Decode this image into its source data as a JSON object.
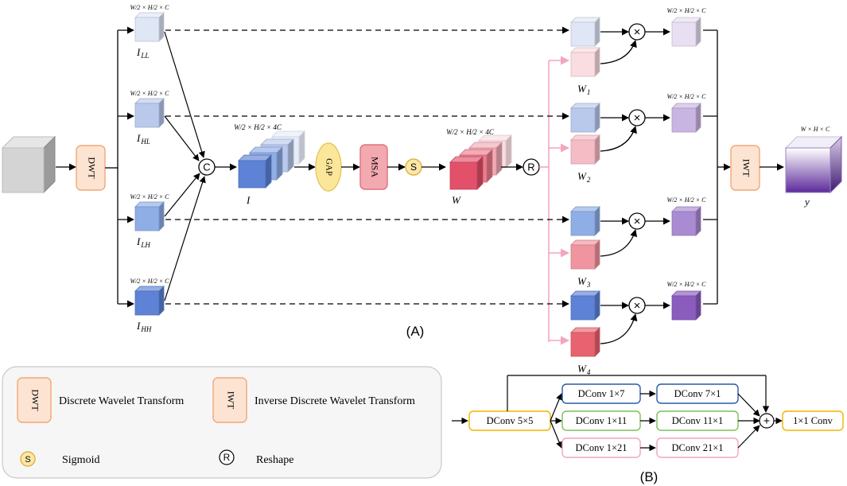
{
  "colors": {
    "dwt_fill": "#fde3d2",
    "dwt_stroke": "#f0a878",
    "gap_fill": "#fbe79a",
    "gap_stroke": "#e8c65a",
    "msa_fill": "#f3a9b0",
    "msa_stroke": "#e0707c",
    "sig_fill": "#fde7a8",
    "sig_stroke": "#e0b040",
    "legend_bg": "#f6f6f6",
    "legend_stroke": "#c9c9c9",
    "conv_yellow": "#f0b400",
    "conv_blue": "#2a5aa6",
    "conv_green": "#7cbf5a",
    "conv_pink": "#eea6b8",
    "pink_arrow": "#f3a6bd"
  },
  "dims": {
    "quarter": "W/2 × H/2 × C",
    "concat": "W/2 × H/2 × 4C",
    "full": "W × H × C"
  },
  "subbands": [
    {
      "label_main": "I",
      "label_sub": "LL",
      "dims": "W/2 × H/2 × C"
    },
    {
      "label_main": "I",
      "label_sub": "HL",
      "dims": "W/2 × H/2 × C"
    },
    {
      "label_main": "I",
      "label_sub": "LH",
      "dims": "W/2 × H/2 × C"
    },
    {
      "label_main": "I",
      "label_sub": "HH",
      "dims": "W/2 × H/2 × C"
    }
  ],
  "weights": [
    {
      "label_main": "W",
      "label_sub": "1"
    },
    {
      "label_main": "W",
      "label_sub": "2"
    },
    {
      "label_main": "W",
      "label_sub": "3"
    },
    {
      "label_main": "W",
      "label_sub": "4"
    }
  ],
  "blocks": {
    "dwt": "DWT",
    "iwt": "IWT",
    "gap": "GAP",
    "msa": "MSA",
    "sigmoid_symbol": "S",
    "concat_symbol": "C",
    "reshape_symbol": "R",
    "multiply_symbol": "×",
    "add_symbol": "+",
    "concat_label": "I",
    "weight_label": "W",
    "output_label": "y"
  },
  "captions": {
    "a": "(A)",
    "b": "(B)"
  },
  "legend": {
    "dwt_box": "DWT",
    "dwt_text": "Discrete Wavelet Transform",
    "iwt_box": "IWT",
    "iwt_text": "Inverse Discrete Wavelet Transform",
    "sig_symbol": "S",
    "sig_text": "Sigmoid",
    "reshape_symbol": "R",
    "reshape_text": "Reshape"
  },
  "msa_detail": {
    "input": "DConv 5×5",
    "branches": [
      [
        "DConv 1×7",
        "DConv 7×1"
      ],
      [
        "DConv 1×11",
        "DConv 11×1"
      ],
      [
        "DConv 1×21",
        "DConv 21×1"
      ]
    ],
    "output": "1×1 Conv"
  }
}
